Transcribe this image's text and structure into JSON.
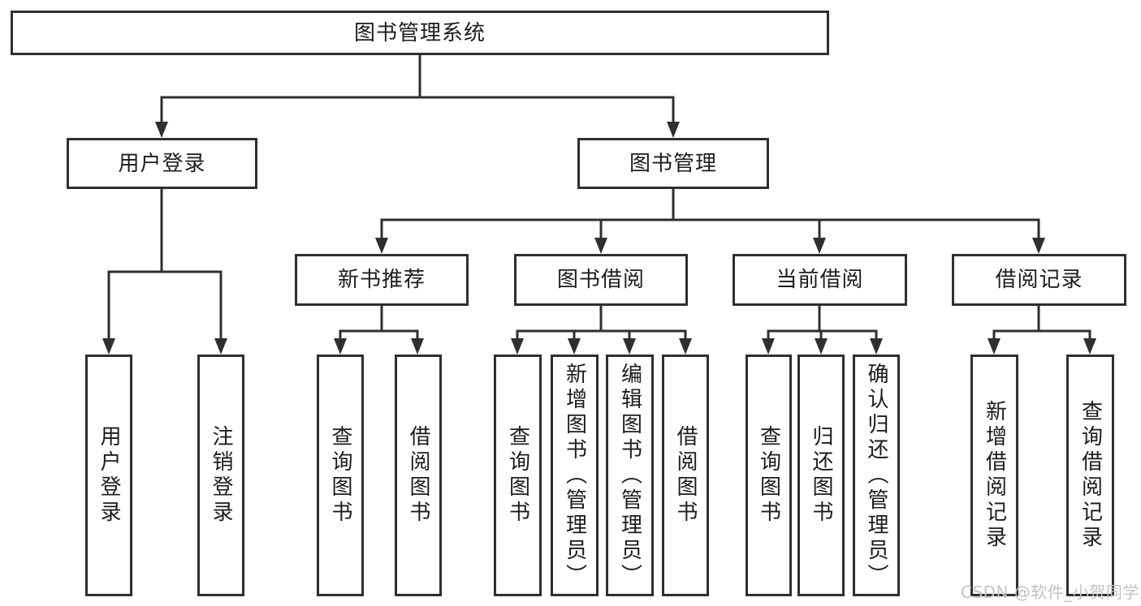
{
  "diagram": {
    "root": {
      "label": "图书管理系统"
    },
    "branches": [
      {
        "label": "用户登录",
        "children": [
          {
            "label": "用户登录"
          },
          {
            "label": "注销登录"
          }
        ]
      },
      {
        "label": "图书管理",
        "children": [
          {
            "label": "新书推荐",
            "children": [
              {
                "label": "查询图书"
              },
              {
                "label": "借阅图书"
              }
            ]
          },
          {
            "label": "图书借阅",
            "children": [
              {
                "label": "查询图书"
              },
              {
                "label": "新增图书（管理员）"
              },
              {
                "label": "编辑图书（管理员）"
              },
              {
                "label": "借阅图书"
              }
            ]
          },
          {
            "label": "当前借阅",
            "children": [
              {
                "label": "查询图书"
              },
              {
                "label": "归还图书"
              },
              {
                "label": "确认归还（管理员）"
              }
            ]
          },
          {
            "label": "借阅记录",
            "children": [
              {
                "label": "新增借阅记录"
              },
              {
                "label": "查询借阅记录"
              }
            ]
          }
        ]
      }
    ]
  },
  "watermark": "CSDN @软件_小贺同学",
  "colors": {
    "line": "#2f2f2f",
    "text": "#1c1c1c",
    "box_bg": "#ffffff",
    "watermark": "#c3c3c3"
  }
}
